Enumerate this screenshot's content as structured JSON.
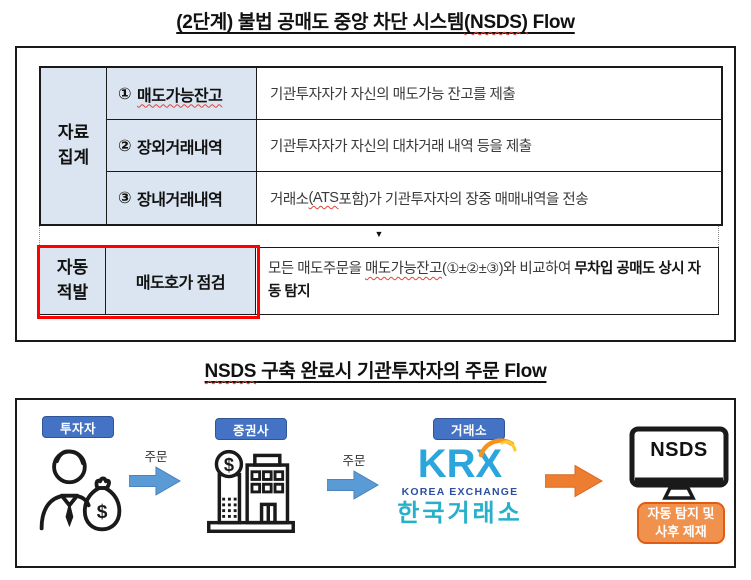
{
  "colors": {
    "cell_blue": "#dbe5f1",
    "table_line": "#1a1a1a",
    "red_frame": "#ff0000",
    "badge_blue": "#4472c4",
    "badge_blue_border": "#2f5597",
    "arrow_blue": "#5b9bd5",
    "arrow_blue_border": "#4981b8",
    "arrow_orange": "#ed7d31",
    "arrow_orange_border": "#d96b20",
    "orange_fill": "#f0924e",
    "orange_border": "#e05c12",
    "krx_cyan": "#2aa6dd",
    "krx_navy": "#2b50a1",
    "krx_teal": "#28b0cb",
    "wavy_red": "#e34234"
  },
  "section1": {
    "title": {
      "pre": "(2단계) 불법 공매도 중앙 차단 시스템",
      "wavy": "(NSDS)",
      "post": " Flow"
    },
    "table": {
      "rowspan_header": "자료\n집계",
      "rows": [
        {
          "num": "①",
          "term": "매도가능잔고",
          "desc": "기관투자자가 자신의 매도가능 잔고를 제출"
        },
        {
          "num": "②",
          "term": "장외거래내역",
          "desc": "기관투자자가 자신의 대차거래 내역 등을 제출"
        },
        {
          "num": "③",
          "term": "장내거래내역",
          "desc_pre": "거래소",
          "desc_wavy": "(ATS",
          "desc_post": " 포함)가 기관투자자의 장중 매매내역을 전송"
        }
      ],
      "down_arrow": "▼",
      "bottom_row": {
        "header": "자동\n적발",
        "term": "매도호가 점검",
        "desc_pre": "모든 매도주문을 ",
        "desc_wavy": "매도가능잔고",
        "desc_mid": "(①±②±③)와 비교하여 ",
        "desc_bold": "무차입 공매도 상시 자동 탐지"
      }
    }
  },
  "section2": {
    "title": {
      "wavy": "NSDS",
      "post": " 구축 완료시 기관투자자의 주문 Flow"
    },
    "steps": {
      "investor_badge": "투자자",
      "order1_label": "주문",
      "broker_badge": "증권사",
      "order2_label": "주문",
      "exchange_badge": "거래소",
      "krx_logo": "KRX",
      "krx_subtitle": "KOREA EXCHANGE",
      "krx_korean": "한국거래소",
      "monitor_label": "NSDS",
      "result_badge": "자동 탐지 및\n사후 제재"
    },
    "money_symbol": "$"
  }
}
